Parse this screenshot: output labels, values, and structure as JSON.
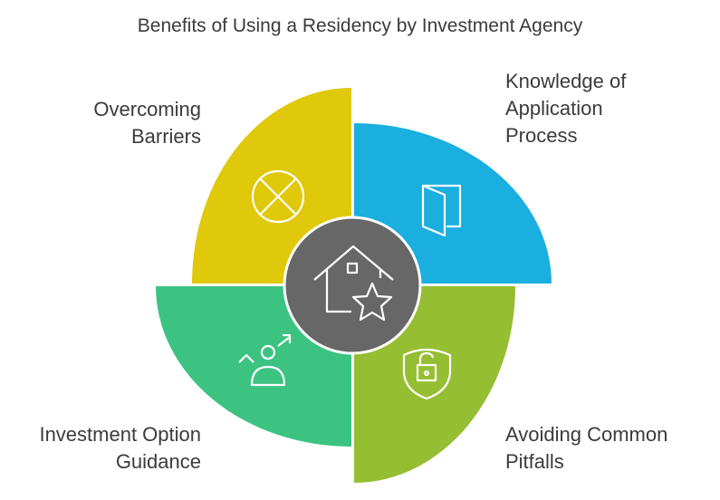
{
  "title": "Benefits of Using a Residency by Investment Agency",
  "center": {
    "icon": "house-star-icon",
    "color": "#676767"
  },
  "segments": [
    {
      "label": "Overcoming Barriers",
      "lines": [
        "Overcoming",
        "Barriers"
      ],
      "color": "#E0C80A",
      "icon": "circle-x-icon"
    },
    {
      "label": "Knowledge of Application Process",
      "lines": [
        "Knowledge of",
        "Application",
        "Process"
      ],
      "color": "#1BAFE0",
      "icon": "folder-icon"
    },
    {
      "label": "Avoiding Common Pitfalls",
      "lines": [
        "Avoiding Common",
        "Pitfalls"
      ],
      "color": "#95BE32",
      "icon": "shield-lock-icon"
    },
    {
      "label": "Investment Option Guidance",
      "lines": [
        "Investment Option",
        "Guidance"
      ],
      "color": "#3CC382",
      "icon": "person-growth-icon"
    }
  ]
}
